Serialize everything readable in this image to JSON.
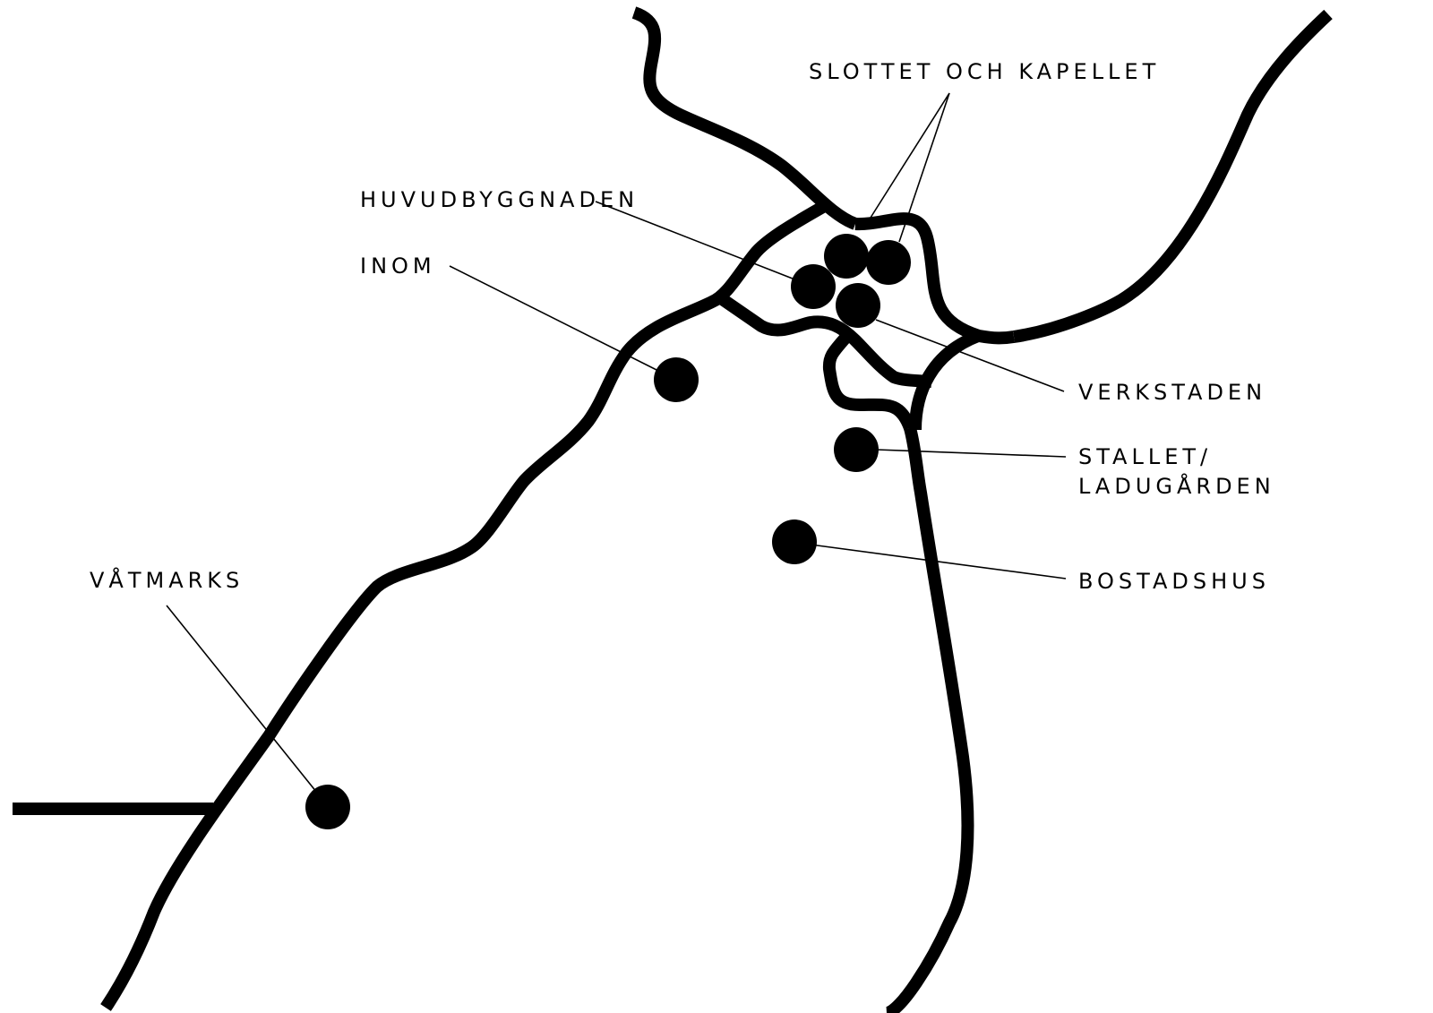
{
  "map": {
    "background_color": "#ffffff",
    "ink_color": "#000000",
    "labels": {
      "slottet_och_kapellet": "SLOTTET OCH KAPELLET",
      "huvudbyggnaden": "HUVUDBYGGNADEN",
      "inom": "INOM",
      "verkstaden": "VERKSTADEN",
      "stallet_line1": "STALLET/",
      "stallet_line2": "LADUGÅRDEN",
      "bostadshus": "BOSTADSHUS",
      "vatmarks": "VÅTMARKS"
    }
  }
}
